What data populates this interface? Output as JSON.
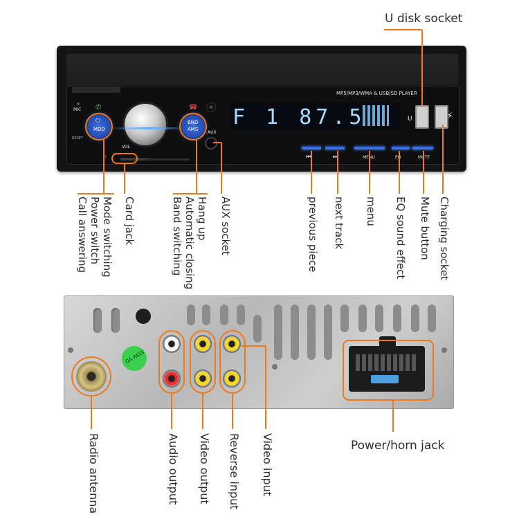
{
  "panel": {
    "title": "MP5/MP3/WMA & USB/SD PLAYER",
    "mic": "MIC",
    "reset": "RESET",
    "mod": "MOD",
    "bnd": "BND",
    "ams": "AMS",
    "vol": "VOL",
    "aux": "AUX",
    "lcd": "F 1 87.5",
    "menu": "MENU",
    "eq": "EQ",
    "mute": "MUTE",
    "u": "U",
    "tf": "TF"
  },
  "front_labels": {
    "u_disk": "U disk socket",
    "card_jack": "Card jack",
    "mode_switching": "Mode switching",
    "power_switch": "Power switch",
    "call_answering": "Call answering",
    "hang_up": "Hang up",
    "automatic_closing": "Automatic closing",
    "band_switching": "Band switching",
    "aux_socket": "AUX socket",
    "previous_piece": "previous piece",
    "next_track": "next track",
    "menu": "menu",
    "eq_sound_effect": "EQ sound effect",
    "mute_button": "Mute button",
    "charging_socket": "Charging socket"
  },
  "rear": {
    "sticker": "QA PASS"
  },
  "rear_labels": {
    "radio_antenna": "Radio antenna",
    "audio_output": "Audio output",
    "video_output": "Video output",
    "reverse_input": "Reverse input",
    "video_input": "Video input",
    "power_horn_jack": "Power/horn jack"
  }
}
